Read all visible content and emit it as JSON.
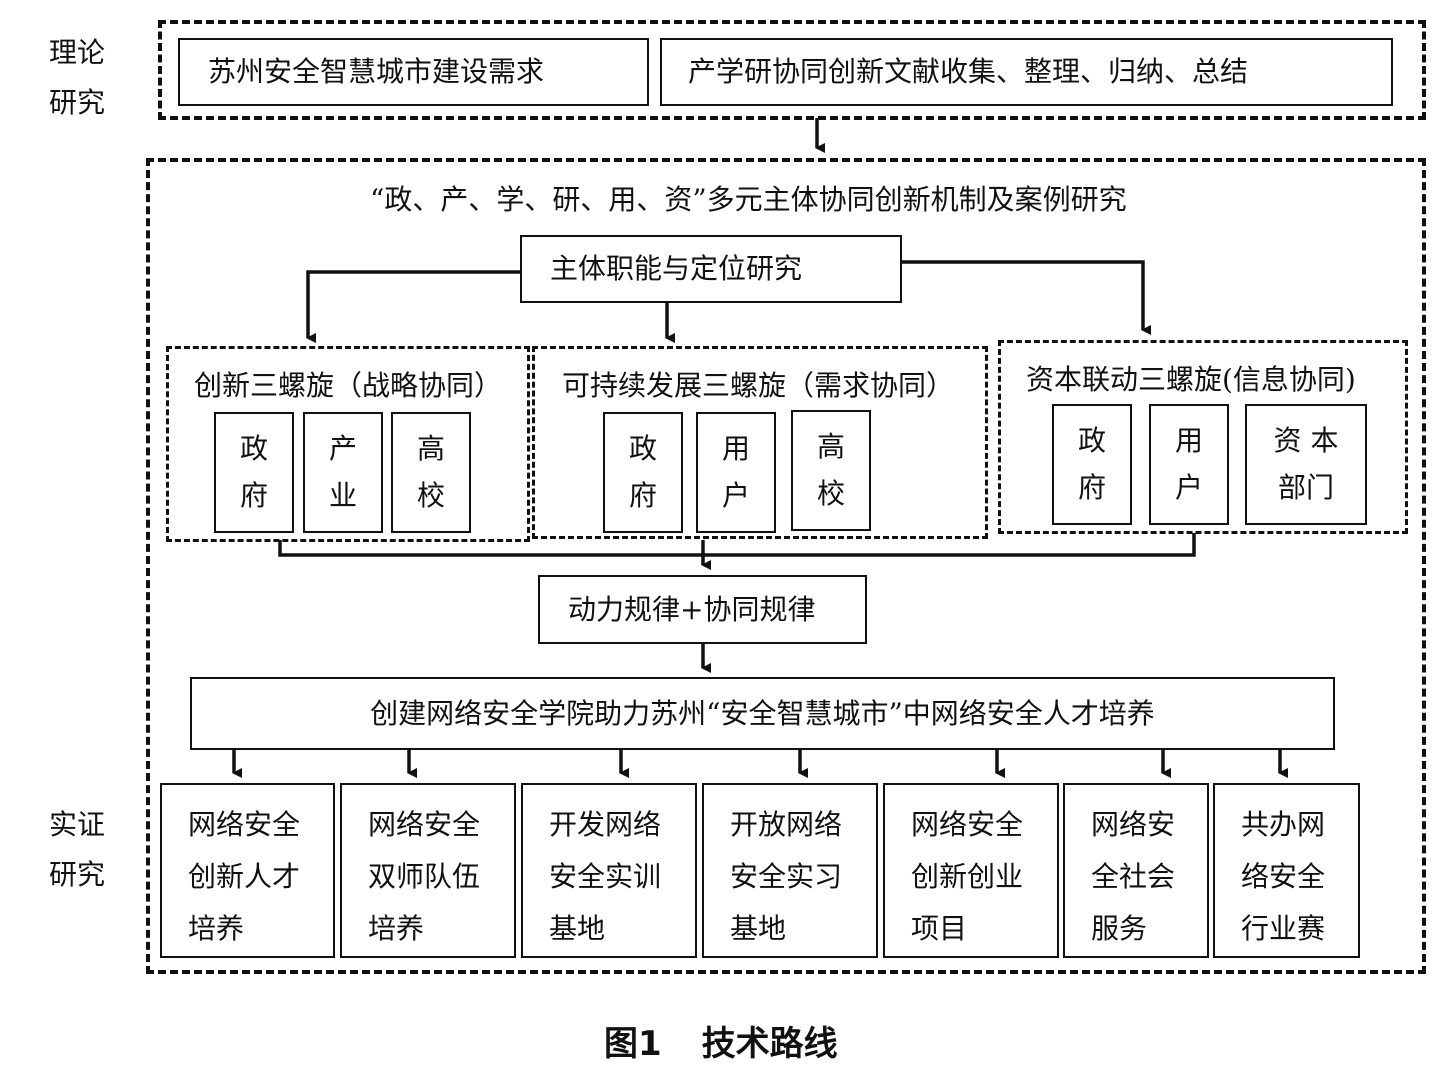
{
  "side_labels": {
    "theory": [
      "理论",
      "研究"
    ],
    "empirical": [
      "实证",
      "研究"
    ]
  },
  "top": {
    "box_left": "苏州安全智慧城市建设需求",
    "box_right": "产学研协同创新文献收集、整理、归纳、总结"
  },
  "main": {
    "title": "“政、产、学、研、用、资”多元主体协同创新机制及案例研究",
    "subject_box": "主体职能与定位研究",
    "helix": [
      {
        "title": "创新三螺旋（战略协同）",
        "items": [
          [
            "政",
            "府"
          ],
          [
            "产",
            "业"
          ],
          [
            "高",
            "校"
          ]
        ]
      },
      {
        "title": "可持续发展三螺旋（需求协同）",
        "items": [
          [
            "政",
            "府"
          ],
          [
            "用",
            "户"
          ],
          [
            "高",
            "校"
          ]
        ]
      },
      {
        "title": "资本联动三螺旋(信息协同)",
        "items": [
          [
            "政",
            "府"
          ],
          [
            "用",
            "户"
          ],
          [
            "资 本",
            "部门"
          ]
        ]
      }
    ],
    "dynamics_box": "动力规律+协同规律",
    "academy_box": "创建网络安全学院助力苏州“安全智慧城市”中网络安全人才培养",
    "outcomes": [
      [
        "网络安全",
        "创新人才",
        "培养"
      ],
      [
        "网络安全",
        "双师队伍",
        "培养"
      ],
      [
        "开发网络",
        "安全实训",
        "基地"
      ],
      [
        "开放网络",
        "安全实习",
        "基地"
      ],
      [
        "网络安全",
        "创新创业",
        "项目"
      ],
      [
        "网络安",
        "全社会",
        "服务"
      ],
      [
        "共办网",
        "络安全",
        "行业赛"
      ]
    ]
  },
  "caption": {
    "number": "图1",
    "text": "技术路线"
  }
}
